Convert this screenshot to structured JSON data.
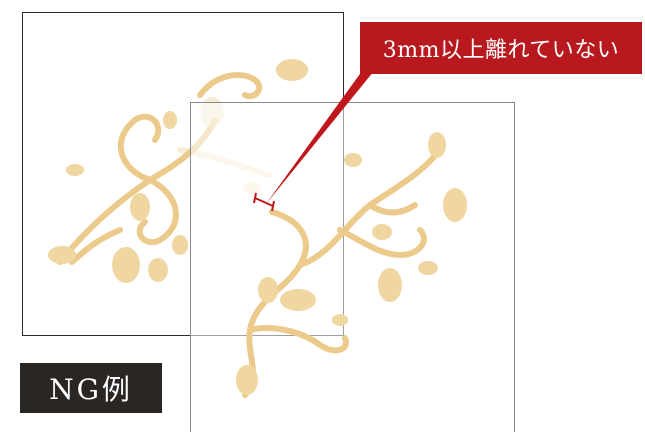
{
  "callout": {
    "text": "3mm以上離れていない",
    "color": "#b8191e"
  },
  "badge": {
    "text": "NG例",
    "color": "#2a2624"
  },
  "ornament": {
    "color": "#f0d6a0"
  },
  "icons": [
    "floral-ornament-left",
    "floral-ornament-right",
    "gap-measure-icon"
  ]
}
